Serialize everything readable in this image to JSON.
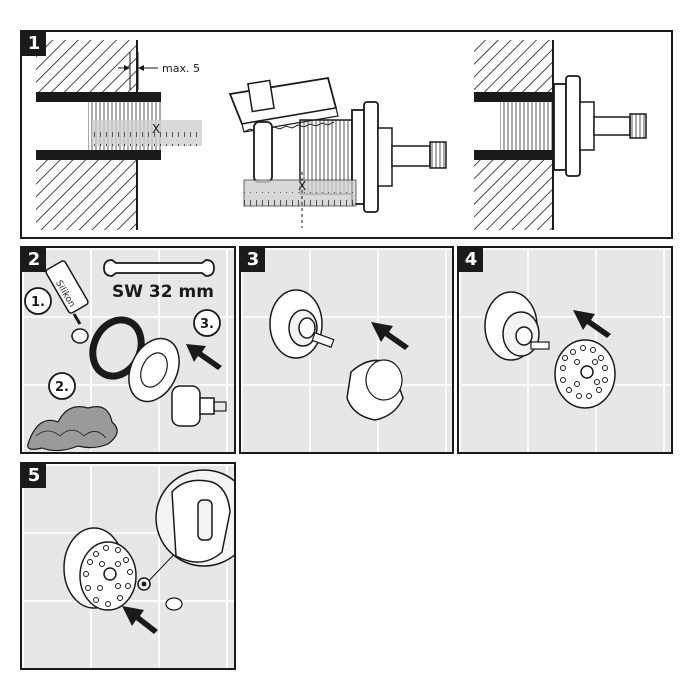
{
  "steps": [
    {
      "number": "1",
      "annotation": "max. 5",
      "ruler_mark": "X"
    },
    {
      "number": "2",
      "tool": "SW 32 mm",
      "tube_label": "Silikon",
      "substeps": [
        "1.",
        "2.",
        "3."
      ]
    },
    {
      "number": "3"
    },
    {
      "number": "4"
    },
    {
      "number": "5"
    }
  ],
  "colors": {
    "line": "#1a1a1a",
    "tile": "#e7e7e7",
    "ruler": "#cfcfcf"
  },
  "icons": [
    "hacksaw-icon",
    "wrench-icon",
    "arrow-icon",
    "shower-head-icon",
    "valve-icon"
  ]
}
